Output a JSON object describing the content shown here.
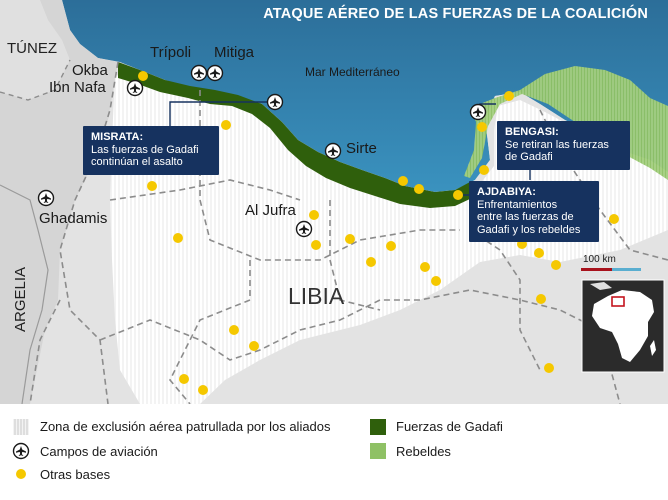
{
  "title": "ATAQUE AÉREO DE LAS FUERZAS DE LA COALICIÓN",
  "sea_label": "Mar Mediterráneo",
  "country_label": "LIBIA",
  "neighbors": {
    "tunisia": "TÚNEZ",
    "algeria": "ARGELIA"
  },
  "cities": {
    "okba_ibn_nafa": [
      "Okba",
      "Ibn Nafa"
    ],
    "tripoli": "Trípoli",
    "mitiga": "Mitiga",
    "sirte": "Sirte",
    "ghadamis": "Ghadamis",
    "al_jufra": "Al Jufra"
  },
  "callouts": {
    "misrata": {
      "heading": "MISRATA:",
      "body": "Las fuerzas de Gadafi\ncontinúan el asalto"
    },
    "bengasi": {
      "heading": "BENGASI:",
      "body": "Se retiran las fuerzas\nde Gadafi"
    },
    "ajdabiya": {
      "heading": "AJDABIYA:",
      "body": "Enfrentamientos\nentre las fuerzas de\nGadafi y los rebeldes"
    }
  },
  "scale": {
    "label": "100 km"
  },
  "legend": {
    "no_fly_zone": "Zona de exclusión aérea patrullada por los aliados",
    "airfields": "Campos de aviación",
    "other_bases": "Otras bases",
    "gaddafi_forces": "Fuerzas de Gadafi",
    "rebels": "Rebeldes"
  },
  "colors": {
    "sea": "#2f7fad",
    "land": "#e6e6e6",
    "gaddafi_forces": "#2f5f0c",
    "rebels": "#8fc165",
    "base": "#f5c800",
    "callout_bg": "#16325f",
    "scale_red": "#a8121c",
    "scale_blue": "#5aaed0"
  },
  "icons": {
    "airfield": "airplane-circle-icon",
    "base": "yellow-dot-icon"
  }
}
